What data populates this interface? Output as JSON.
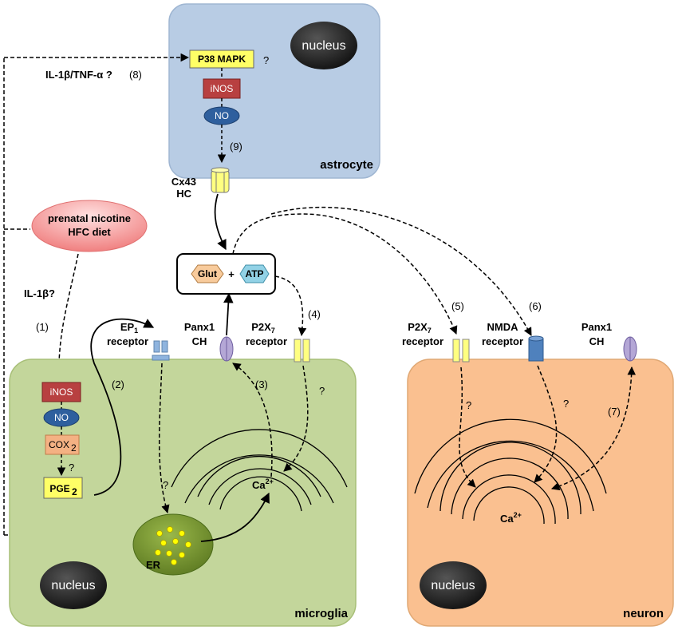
{
  "cells": {
    "astrocyte": {
      "label": "astrocyte",
      "nucleus": "nucleus",
      "fill": "#b8cce4"
    },
    "microglia": {
      "label": "microglia",
      "nucleus": "nucleus",
      "fill": "#c3d69b"
    },
    "neuron": {
      "label": "neuron",
      "nucleus": "nucleus",
      "fill": "#fac090"
    }
  },
  "astrocyte_pathway": {
    "p38": "P38 MAPK",
    "p38_q": "?",
    "inos": "iNOS",
    "no": "NO",
    "step9": "(9)",
    "cx43": [
      "Cx43",
      "HC"
    ]
  },
  "left_labels": {
    "cytokines": "IL-1β/TNF-α ?",
    "step8": "(8)",
    "insult": [
      "prenatal nicotine",
      "HFC diet"
    ],
    "il1b": "IL-1β?",
    "step1": "(1)"
  },
  "microglia_pathway": {
    "inos": "iNOS",
    "no": "NO",
    "cox2": "COX",
    "cox2_sub": "2",
    "q": "?",
    "pge2": "PGE",
    "pge2_sub": "2",
    "step2": "(2)",
    "ep1": [
      "EP",
      "1",
      "receptor"
    ],
    "panx1": [
      "Panx1",
      "CH"
    ],
    "p2x7": [
      "P2X",
      "7",
      "receptor"
    ],
    "step3": "(3)",
    "step4": "(4)",
    "q_ep1": "?",
    "q_p2x7": "?",
    "ca": "Ca",
    "ca_sup": "2+",
    "er": "ER"
  },
  "release_box": {
    "glut": "Glut",
    "plus": "+",
    "atp": "ATP"
  },
  "neuron_pathway": {
    "p2x7": [
      "P2X",
      "7",
      "receptor"
    ],
    "step5": "(5)",
    "nmda": [
      "NMDA",
      "receptor"
    ],
    "step6": "(6)",
    "panx1": [
      "Panx1",
      "CH"
    ],
    "step7": "(7)",
    "q1": "?",
    "q2": "?",
    "ca": "Ca",
    "ca_sup": "2+"
  },
  "colors": {
    "inos": "#b84040",
    "no": "#2e5f9e",
    "cox2": "#f4b183",
    "pge2": "#ffff66",
    "p38": "#ffff66",
    "glut": "#f8cb9c",
    "atp": "#92d2e6",
    "insult": "#f08080",
    "er": "#6e8c2c",
    "ca_granule": "#ffff00"
  }
}
